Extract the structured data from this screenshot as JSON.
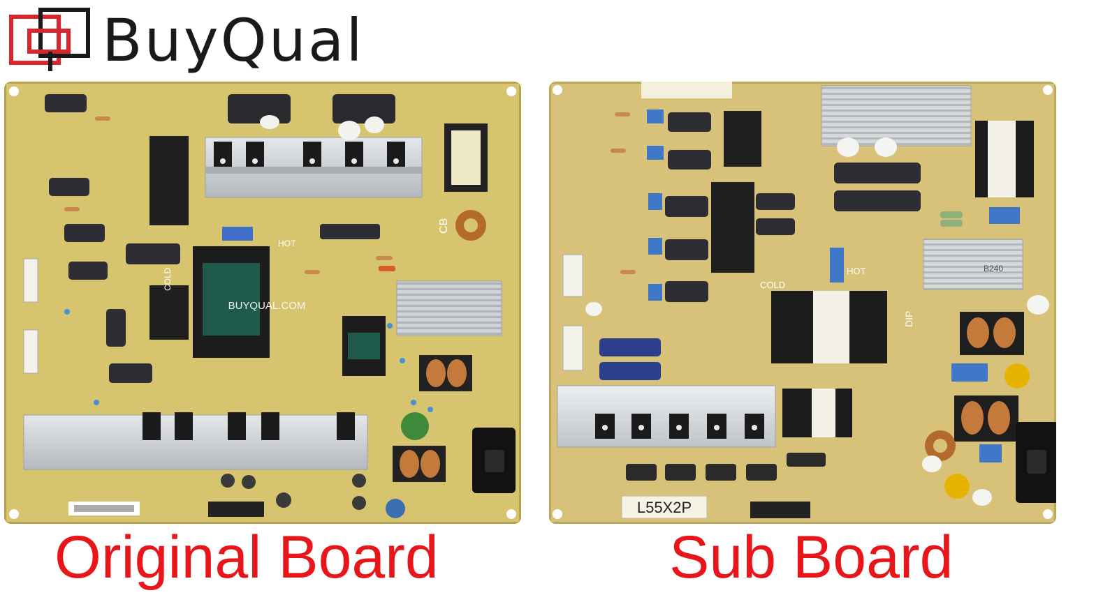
{
  "brand": {
    "name": "BuyQual",
    "accent_color": "#d9252b",
    "text_color": "#1a1a1a"
  },
  "boards": {
    "left": {
      "caption": "Original Board",
      "watermark": "BUYQUAL.COM",
      "labels": {
        "cold": "COLD",
        "hot": "HOT",
        "cb": "CB"
      }
    },
    "right": {
      "caption": "Sub Board",
      "model_label": "L55X2P",
      "labels": {
        "cold": "COLD",
        "hot": "HOT",
        "dip": "DIP",
        "b240": "B240"
      }
    }
  },
  "colors": {
    "caption": "#e8161b",
    "pcb_left": "#d7c46e",
    "pcb_right": "#d8c27a",
    "heatsink": "#c9cdd2"
  }
}
